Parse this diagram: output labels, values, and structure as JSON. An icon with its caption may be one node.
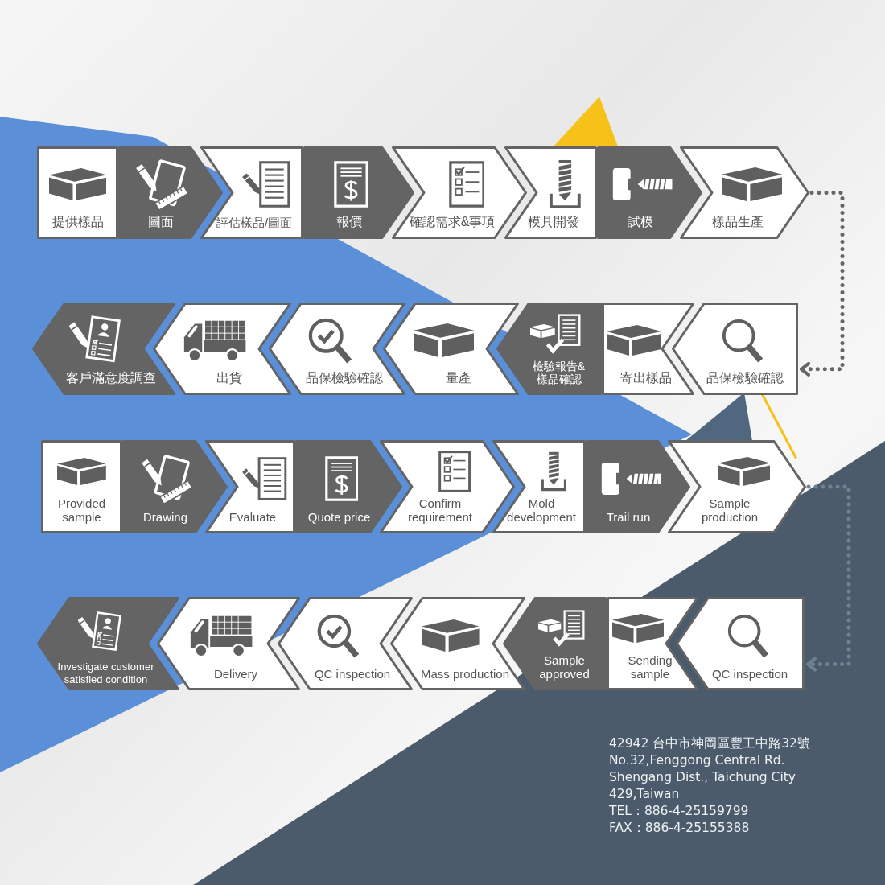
{
  "diagram": {
    "nodes": [
      {
        "text": [
          "提供樣品"
        ]
      },
      {
        "text": [
          "圖面"
        ]
      },
      {
        "text": [
          "評估樣品/圖面"
        ]
      },
      {
        "text": [
          "報價"
        ]
      },
      {
        "text": [
          "確認需求&事項"
        ]
      },
      {
        "text": [
          "模具開發"
        ]
      },
      {
        "text": [
          "試模"
        ]
      },
      {
        "text": [
          "樣品生產"
        ]
      },
      {
        "text": [
          "品保檢驗確認"
        ]
      },
      {
        "text": [
          "寄出樣品"
        ]
      },
      {
        "text": [
          "檢驗報告&樣品確認"
        ]
      },
      {
        "text": [
          "量產"
        ]
      },
      {
        "text": [
          "品保檢驗確認"
        ]
      },
      {
        "text": [
          "出貨"
        ]
      },
      {
        "text": [
          "客戶滿意度調查"
        ]
      },
      {
        "text": [
          "Provided sample"
        ]
      },
      {
        "text": [
          "Drawing"
        ]
      },
      {
        "text": [
          "Evaluate"
        ]
      },
      {
        "text": [
          "Quote price"
        ]
      },
      {
        "text": [
          "Confirm requirement"
        ]
      },
      {
        "text": [
          "Mold development"
        ]
      },
      {
        "text": [
          "Trail run"
        ]
      },
      {
        "text": [
          "Sample production"
        ]
      },
      {
        "text": [
          "QC inspection"
        ]
      },
      {
        "text": [
          "Sending sample"
        ]
      },
      {
        "text": [
          "Sample approved"
        ]
      },
      {
        "text": [
          "Mass production"
        ]
      },
      {
        "text": [
          "QC inspection"
        ]
      },
      {
        "text": [
          "Delivery"
        ]
      },
      {
        "text": [
          "Investigate customer satisfied condition"
        ]
      }
    ],
    "edges": [
      {
        "from": 7,
        "to": 8,
        "arrow": "to",
        "style": "dashed",
        "color": "#666666"
      },
      {
        "from": 22,
        "to": 23,
        "arrow": "to",
        "style": "dashed",
        "color": "#6e8296"
      }
    ],
    "labels": [
      "42942 台中市神岡區豐工中路32號",
      "No.32,Fenggong Central Rd.",
      "Shengang Dist., Taichung City",
      "429,Taiwan",
      "TEL：886-4-25159799",
      "FAX：886-4-25155388"
    ]
  }
}
